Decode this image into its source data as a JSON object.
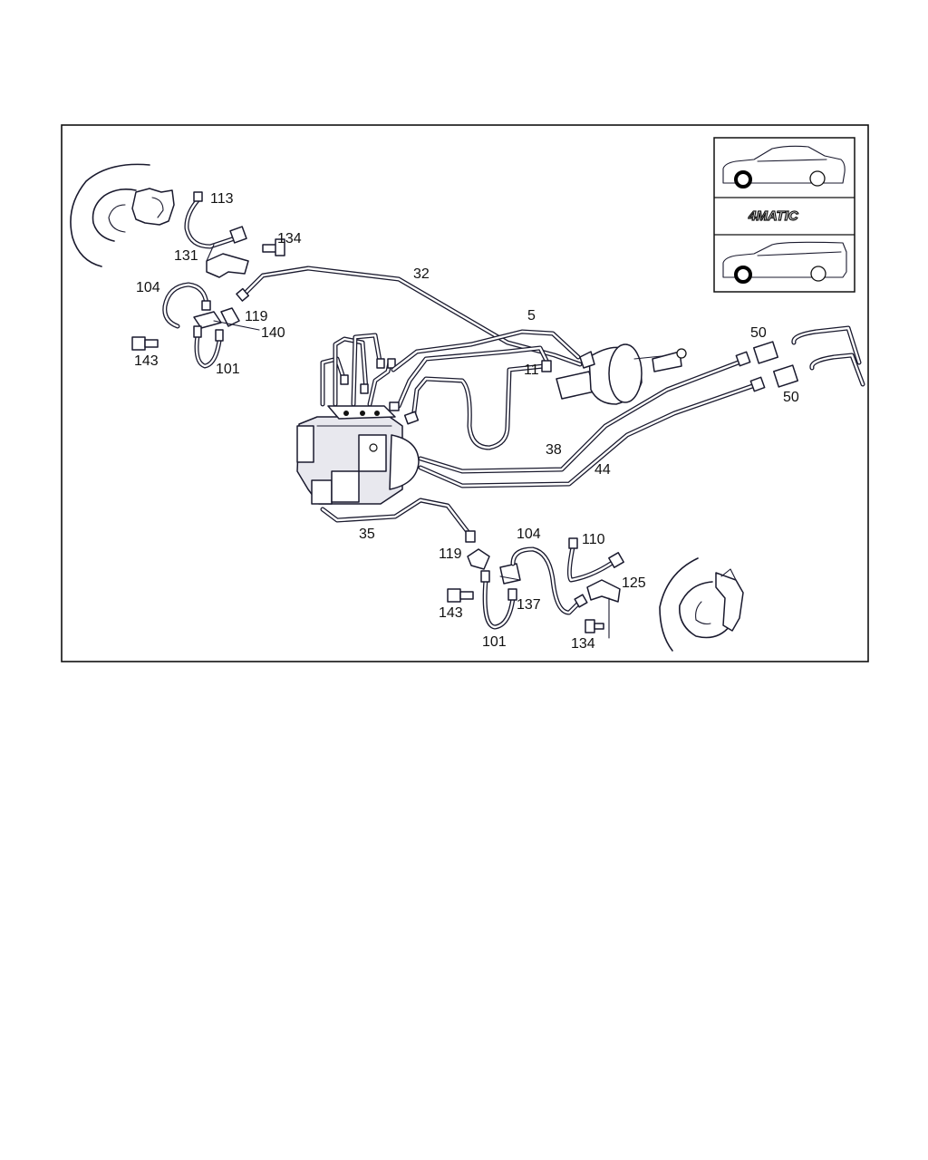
{
  "diagram": {
    "badge_4matic": "4MATIC",
    "callouts": [
      {
        "id": "c113",
        "text": "113"
      },
      {
        "id": "c134a",
        "text": "134"
      },
      {
        "id": "c131",
        "text": "131"
      },
      {
        "id": "c32",
        "text": "32"
      },
      {
        "id": "c104a",
        "text": "104"
      },
      {
        "id": "c119a",
        "text": "119"
      },
      {
        "id": "c140",
        "text": "140"
      },
      {
        "id": "c143a",
        "text": "143"
      },
      {
        "id": "c101a",
        "text": "101"
      },
      {
        "id": "c5",
        "text": "5"
      },
      {
        "id": "c11",
        "text": "11"
      },
      {
        "id": "c50a",
        "text": "50"
      },
      {
        "id": "c50b",
        "text": "50"
      },
      {
        "id": "c38",
        "text": "38"
      },
      {
        "id": "c44",
        "text": "44"
      },
      {
        "id": "c35",
        "text": "35"
      },
      {
        "id": "c104b",
        "text": "104"
      },
      {
        "id": "c110",
        "text": "110"
      },
      {
        "id": "c119b",
        "text": "119"
      },
      {
        "id": "c125",
        "text": "125"
      },
      {
        "id": "c143b",
        "text": "143"
      },
      {
        "id": "c137",
        "text": "137"
      },
      {
        "id": "c101b",
        "text": "101"
      },
      {
        "id": "c134b",
        "text": "134"
      }
    ]
  }
}
